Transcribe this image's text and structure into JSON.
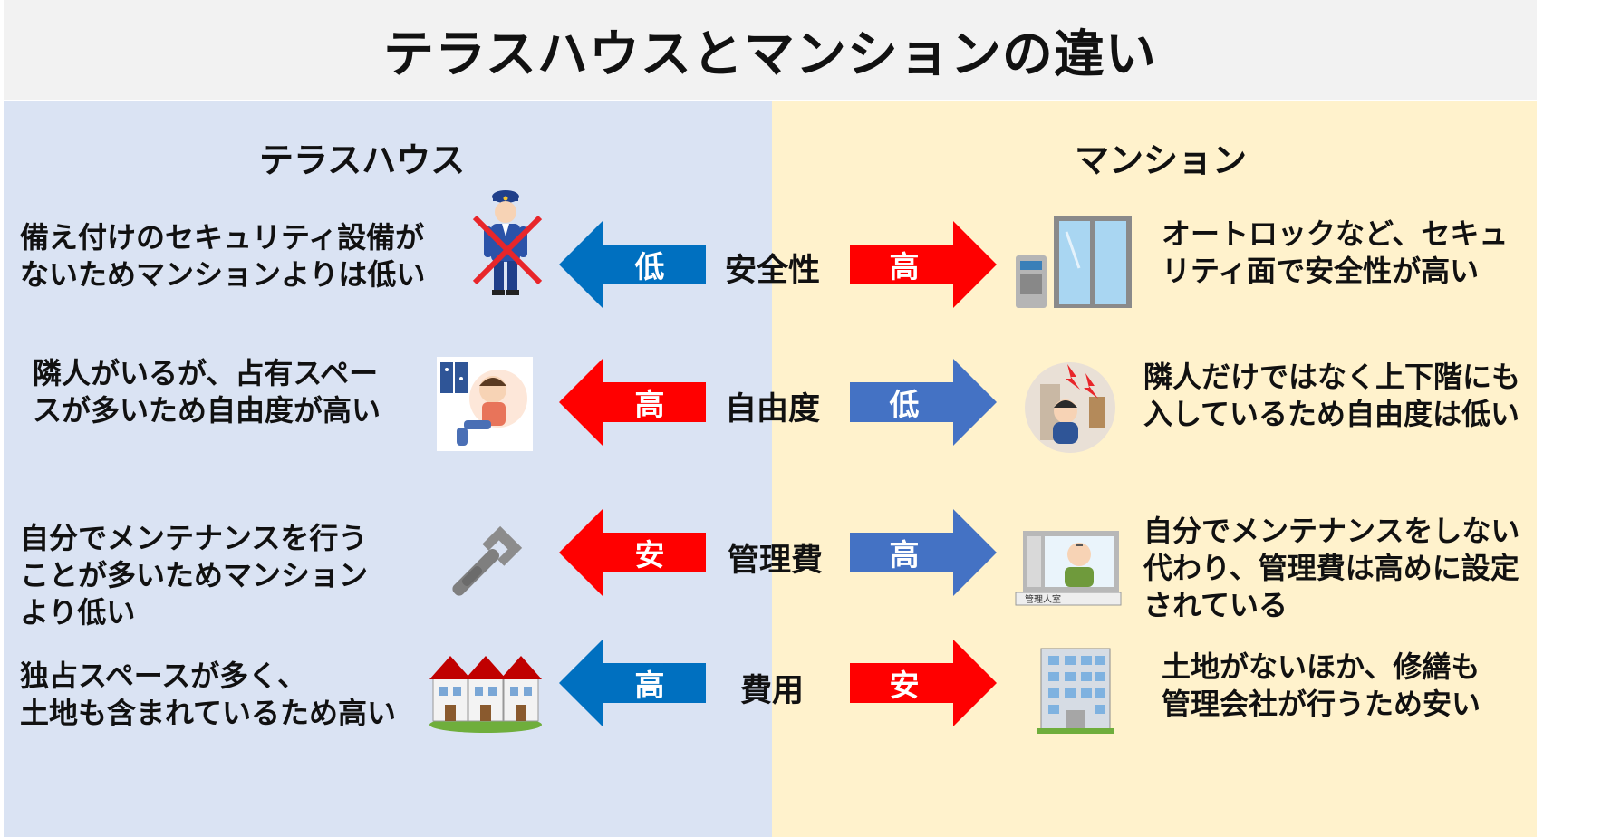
{
  "title": "テラスハウスとマンションの違い",
  "columns": {
    "left": "テラスハウス",
    "right": "マンション"
  },
  "colors": {
    "red": "#ff0000",
    "blue_dark": "#0070c0",
    "blue_light": "#4472c4"
  },
  "rows": [
    {
      "label": "安全性",
      "left": {
        "badge": "低",
        "desc": [
          "備え付けのセキュリティ設備が",
          "ないためマンションよりは低い"
        ]
      },
      "right": {
        "badge": "高",
        "desc": [
          "オートロックなど、セキュ",
          "リティ面で安全性が高い"
        ]
      }
    },
    {
      "label": "自由度",
      "left": {
        "badge": "高",
        "desc": [
          "隣人がいるが、占有スペー",
          "スが多いため自由度が高い"
        ]
      },
      "right": {
        "badge": "低",
        "desc": [
          "隣人だけではなく上下階にも",
          "入しているため自由度は低い"
        ]
      }
    },
    {
      "label": "管理費",
      "left": {
        "badge": "安",
        "desc": [
          "自分でメンテナンスを行う",
          "ことが多いためマンション",
          "より低い"
        ]
      },
      "right": {
        "badge": "高",
        "desc": [
          "自分でメンテナンスをしない",
          "代わり、管理費は高めに設定",
          "されている"
        ]
      }
    },
    {
      "label": "費用",
      "left": {
        "badge": "高",
        "desc": [
          "独占スペースが多く、",
          "土地も含まれているため高い"
        ]
      },
      "right": {
        "badge": "安",
        "desc": [
          "土地がないほか、修繕も",
          "管理会社が行うため安い"
        ]
      }
    }
  ],
  "illustrations": {
    "guard_sign": "管理人室"
  }
}
